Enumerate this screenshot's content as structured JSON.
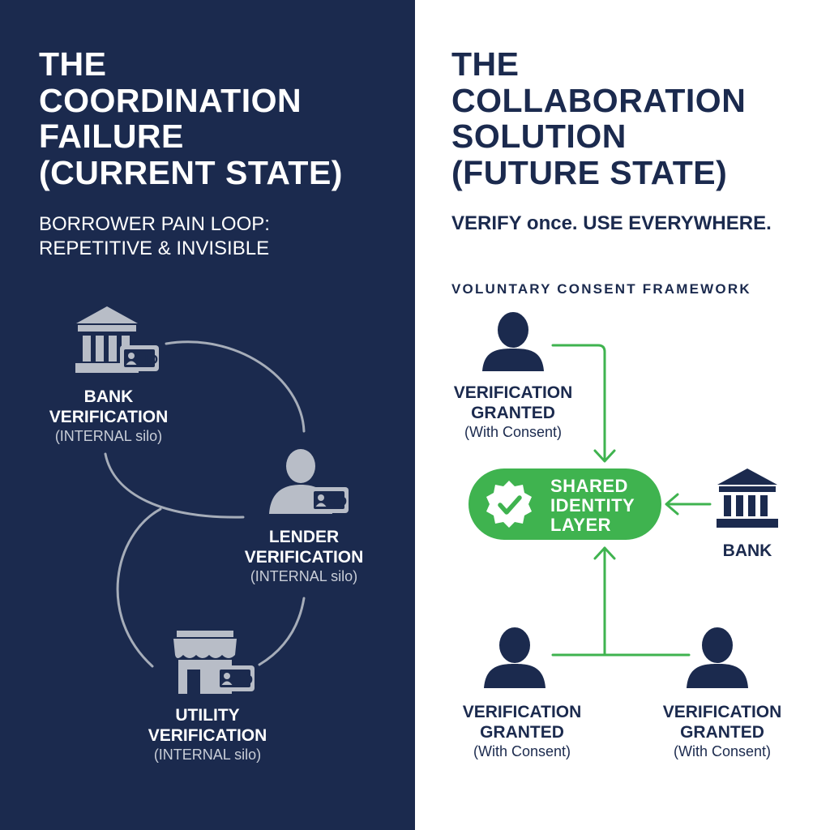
{
  "left": {
    "title_lines": [
      "THE",
      "COORDINATION",
      "FAILURE",
      "(CURRENT STATE)"
    ],
    "subtitle_lines": [
      "BORROWER PAIN LOOP:",
      "REPETITIVE & INVISIBLE"
    ],
    "id_badge": "ID",
    "nodes": [
      {
        "name_lines": [
          "BANK",
          "VERIFICATION"
        ],
        "sub": "(INTERNAL silo)",
        "icon": "bank-icon"
      },
      {
        "name_lines": [
          "LENDER",
          "VERIFICATION"
        ],
        "sub": "(INTERNAL silo)",
        "icon": "person-icon"
      },
      {
        "name_lines": [
          "UTILITY",
          "VERIFICATION"
        ],
        "sub": "(INTERNAL silo)",
        "icon": "storefront-icon"
      }
    ],
    "colors": {
      "background": "#1b2a4e",
      "icon": "#b8bdc7",
      "line": "#a6adb9"
    }
  },
  "right": {
    "title_lines": [
      "THE",
      "COLLABORATION",
      "SOLUTION",
      "(FUTURE STATE)"
    ],
    "subtitle": "VERIFY once. USE EVERYWHERE.",
    "framework_label": "VOLUNTARY CONSENT FRAMEWORK",
    "hub_lines": [
      "SHARED",
      "IDENTITY",
      "LAYER"
    ],
    "bank_label": "BANK",
    "users": [
      {
        "name_lines": [
          "VERIFICATION",
          "GRANTED"
        ],
        "sub": "(With Consent)"
      },
      {
        "name_lines": [
          "VERIFICATION",
          "GRANTED"
        ],
        "sub": "(With Consent)"
      },
      {
        "name_lines": [
          "VERIFICATION",
          "GRANTED"
        ],
        "sub": "(With Consent)"
      }
    ],
    "colors": {
      "text": "#1b2a4e",
      "accent": "#3fb34f"
    }
  }
}
